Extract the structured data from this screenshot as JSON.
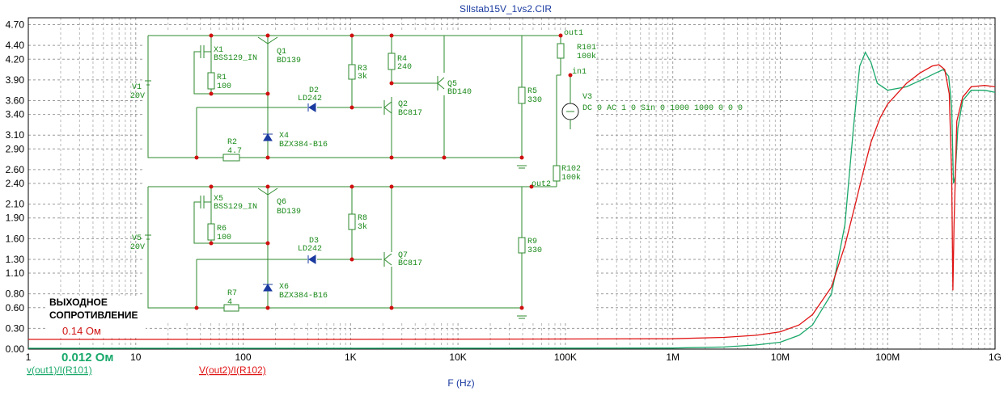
{
  "chart_data": {
    "type": "line",
    "title": "SIlstab15V_1vs2.CIR",
    "xlabel": "F (Hz)",
    "xscale": "log",
    "xlim": [
      1,
      1000000000
    ],
    "ylim": [
      0,
      4.8
    ],
    "grid": true,
    "x_ticks": [
      {
        "value": 1,
        "label": "1"
      },
      {
        "value": 10,
        "label": "10"
      },
      {
        "value": 100,
        "label": "100"
      },
      {
        "value": 1000,
        "label": "1K"
      },
      {
        "value": 10000,
        "label": "10K"
      },
      {
        "value": 100000,
        "label": "100K"
      },
      {
        "value": 1000000,
        "label": "1M"
      },
      {
        "value": 10000000,
        "label": "10M"
      },
      {
        "value": 100000000,
        "label": "100M"
      },
      {
        "value": 1000000000,
        "label": "1G"
      }
    ],
    "y_ticks": [
      "0.00",
      "0.30",
      "0.60",
      "0.80",
      "1.10",
      "1.30",
      "1.60",
      "1.90",
      "2.10",
      "2.40",
      "2.60",
      "2.90",
      "3.10",
      "3.40",
      "3.60",
      "3.90",
      "4.20",
      "4.40",
      "4.70"
    ],
    "series": [
      {
        "name": "v(out1)/I(R101)",
        "color": "#1aa86a",
        "x": [
          1,
          1000,
          1000000,
          3000000,
          6000000,
          10000000,
          15000000,
          20000000,
          30000000,
          40000000,
          48000000,
          55000000,
          62000000,
          70000000,
          80000000,
          100000000,
          150000000,
          220000000,
          280000000,
          330000000,
          370000000,
          395000000,
          410000000,
          425000000,
          450000000,
          500000000,
          600000000,
          800000000,
          1000000000
        ],
        "y": [
          0.012,
          0.012,
          0.015,
          0.03,
          0.06,
          0.1,
          0.2,
          0.35,
          0.8,
          1.8,
          3.2,
          4.1,
          4.3,
          4.15,
          3.85,
          3.75,
          3.8,
          3.92,
          4.0,
          4.05,
          3.95,
          3.5,
          2.4,
          2.5,
          3.2,
          3.6,
          3.75,
          3.75,
          3.72
        ]
      },
      {
        "name": "V(out2)/I(R102)",
        "color": "#e01414",
        "x": [
          1,
          1000,
          1000000,
          3000000,
          6000000,
          10000000,
          15000000,
          20000000,
          30000000,
          40000000,
          50000000,
          60000000,
          70000000,
          85000000,
          100000000,
          150000000,
          200000000,
          260000000,
          300000000,
          340000000,
          375000000,
          395000000,
          405000000,
          415000000,
          440000000,
          500000000,
          600000000,
          800000000,
          1000000000
        ],
        "y": [
          0.14,
          0.14,
          0.15,
          0.17,
          0.2,
          0.25,
          0.35,
          0.5,
          0.9,
          1.5,
          2.1,
          2.6,
          3.0,
          3.35,
          3.55,
          3.85,
          4.0,
          4.1,
          4.12,
          4.05,
          3.7,
          2.5,
          0.85,
          1.8,
          3.3,
          3.65,
          3.8,
          3.82,
          3.8
        ]
      }
    ],
    "annotations": {
      "heading_line1": "ВЫХОДНОЕ",
      "heading_line2": "СОПРОТИВЛЕНИЕ",
      "red_value": "0.14 Ом",
      "green_value": "0.012 Ом"
    }
  },
  "schematic": {
    "labels": {
      "x1": "X1",
      "x1v": "BSS129_IN",
      "q1": "Q1",
      "q1v": "BD139",
      "r1": "R1",
      "r1v": "100",
      "d2": "D2",
      "d2v": "LD242",
      "r3": "R3",
      "r3v": "3k",
      "r4": "R4",
      "r4v": "240",
      "q5": "Q5",
      "q5v": "BD140",
      "q2": "Q2",
      "q2v": "BC817",
      "r5": "R5",
      "r5v": "330",
      "v1": "V1",
      "v1v": "20V",
      "r2": "R2",
      "r2v": "4.7",
      "x4": "X4",
      "x4v": "BZX384-B16",
      "out1": "out1",
      "r101": "R101",
      "r101v": "100k",
      "in1": "in1",
      "v3": "V3",
      "v3v": "DC 0 AC 1 0 Sin 0 1000 1000 0 0 0",
      "r102": "R102",
      "r102v": "100k",
      "out2": "out2",
      "x5": "X5",
      "x5v": "BSS129_IN",
      "q6": "Q6",
      "q6v": "BD139",
      "r6": "R6",
      "r6v": "100",
      "d3": "D3",
      "d3v": "LD242",
      "r8": "R8",
      "r8v": "3k",
      "q7": "Q7",
      "q7v": "BC817",
      "r9": "R9",
      "r9v": "330",
      "v5": "V5",
      "v5v": "20V",
      "r7": "R7",
      "r7v": "4",
      "x6": "X6",
      "x6v": "BZX384-B16"
    }
  }
}
